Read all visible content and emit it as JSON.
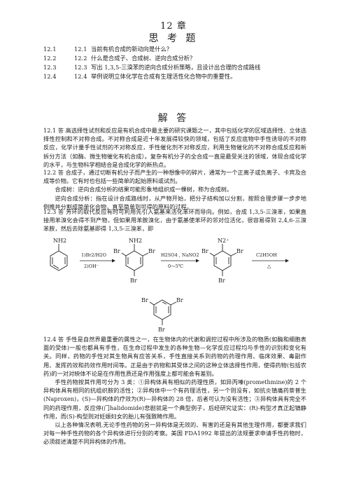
{
  "chapter": "12 章",
  "questions_title": "思 考 题",
  "questions": [
    {
      "n1": "12.1",
      "n2": "12.1",
      "text": "当前有机合成的新动向是什么？"
    },
    {
      "n1": "12.2",
      "n2": "12.2",
      "text": "什么是合成子、合成树、逆向合成分析？"
    },
    {
      "n1": "12.3",
      "n2": "12.3",
      "text": "写出 1,3,5-三溴苯的逆向合成分析策略，且设计出合理的合成路线"
    },
    {
      "n1": "12.4",
      "n2": "12.4",
      "text": "举例说明立体化学在合成有生理活性化合物中的重要性。"
    }
  ],
  "answers_title": "解 答",
  "a1": "12.1 答  高选择性试剂和反应是有机合成中最主要的研究课题之一，其中包括化学的区域选择性、立体选择性控制和不对称合成。不对称合成是近十年发展得较快的领域，包括了反应底物中手性诱导的不对称反应，化学计量手性试剂的不对称反应，手性催化剂不对称反应，利用生物催化的不对称合成反应和新拆分方法（如酶、微生物催化有机合成）。复杂有机分子的全合成一直是最受关注的领域，体现合成化学的水平，与生物科学相结合是合成化学的新热点。",
  "a2_lines": [
    "12.2 答  合成子，通过切断有机分子而产生的一种想像中的碎片，通常为一个正离子或负离子、卡宾及合成等价物。它有时也包括一些简单的起始原料或试剂。",
    "合成树：逆向合成分析的结果可能形象地组织成一棵树，称为合成树。",
    "逆向合成分析：指在设计合成路线时，从产物开始，把分子结构加以分割，按照合理步骤一步步地倒推并分割成简单化合物，直至简单到可得的原料的过程。"
  ],
  "a3": "12.3 答  芳环的取代反应有时可利用先引入氨基来活化苯环而导向。例如，合成 1,3,5-三溴苯，如果直接用苯溴化会得不到产物，但如果用苯胺溴化，由于氨基使苯环的邻对位活化，很容易得到 2,4,6-三溴苯胺，然后去除氨基即得 1,3,5-三溴苯，即",
  "scheme": {
    "sm_label": "NH2",
    "step1_reagent": "1)Br2/H2O",
    "step1_reagent2": "2)OH⁻",
    "int1_top": "NH2",
    "br": "Br",
    "step2_reagent": "H2SO4 , NaNO2",
    "step2_cond": "0～5℃",
    "int2_top": "N2⁺",
    "step3_reagent": "C2H5OH",
    "step3_cond": "△"
  },
  "a4_lines": [
    "12.4 答  手性是自然界最重要的属性之一，在生物体内的代谢和调控过程中所涉及的物质(如酶和细胞表面的受体)一般也都具有手性，在生命过程中发生的各种生物—化学反应过程均与手性的识别和变化有关。同样，药物的手性对其生物具有应答关系，手性直接关系到药物的药理作用、临床效果、毒副作用、发挥药效和药效作用时间等。正是由于药物和其受体之间的这种立体选择性作用，使得药物(包括农药)的一对对映体不论是在作用性质还是作用强度上都可能会有差别。",
    "手性药物按其作用可分为 3 类：①异构体具有相似的药理性质，如异丙嗪(promethmine)的 2 个异构体具有相同的抗组织胺的活性；②异构体中一个有药理活性，另一个则没有，如抗炎镇痛药萘普生(Naproxen)，(S)—异构体的疗效为(R)—异构体的 28 倍，后者可认为没有活性；③异构体具有完全不同的药理作用，反应停(门halidomide)悲剧就是一个典型例子，后经研究证实：(R)-构型才真正起镇静作用，而(S)-构型则对妊娠妇女的胎儿有强致畸作用。",
    "以上各种情况表明,无论手性药物的另一异构体是无效的、有害的还是有其他生理作用，都要求我们对每一种手性药物的各个异构体进行分别的考察。美国 FDA1992 年提出的法规要求申请手性药物时，必须叙述清楚不同异构体的作用。"
  ]
}
